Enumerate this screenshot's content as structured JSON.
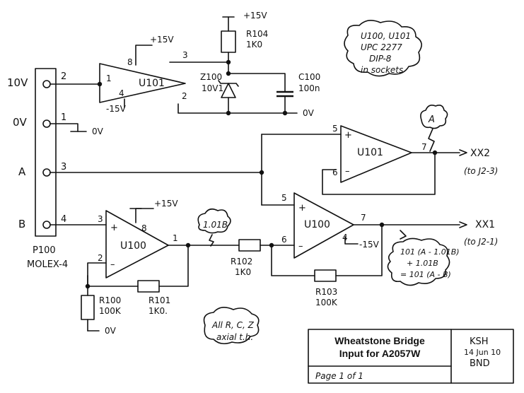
{
  "connector": {
    "ref": "P100",
    "type": "MOLEX-4",
    "pins": [
      {
        "num": "2",
        "signal": "10V"
      },
      {
        "num": "1",
        "signal": "0V"
      },
      {
        "num": "3",
        "signal": "A"
      },
      {
        "num": "4",
        "signal": "B"
      }
    ]
  },
  "supplies": {
    "pos": "+15V",
    "neg": "-15V",
    "gnd": "0V"
  },
  "opamps": {
    "u101_reg": {
      "ref": "U101",
      "pins": [
        "1",
        "2",
        "3",
        "4",
        "8"
      ]
    },
    "u101_buf": {
      "ref": "U101",
      "pins": [
        "5",
        "6",
        "7"
      ]
    },
    "u100_in": {
      "ref": "U100",
      "pins": [
        "3",
        "2",
        "1",
        "8"
      ]
    },
    "u100_diff": {
      "ref": "U100",
      "pins": [
        "5",
        "6",
        "7",
        "4"
      ]
    }
  },
  "components": {
    "r104": {
      "ref": "R104",
      "value": "1K0"
    },
    "z100": {
      "ref": "Z100",
      "value": "10V1"
    },
    "c100": {
      "ref": "C100",
      "value": "100n"
    },
    "r100": {
      "ref": "R100",
      "value": "100K"
    },
    "r101": {
      "ref": "R101",
      "value": "1K0."
    },
    "r102": {
      "ref": "R102",
      "value": "1K0"
    },
    "r103": {
      "ref": "R103",
      "value": "100K"
    }
  },
  "outputs": {
    "xx2": {
      "name": "XX2",
      "dest": "(to J2-3)"
    },
    "xx1": {
      "name": "XX1",
      "dest": "(to J2-1)"
    }
  },
  "notes": {
    "ic_note": [
      "U100, U101",
      "UPC 2277",
      "DIP-8",
      "in sockets"
    ],
    "probe_a": "A",
    "gain_node": "1.01B",
    "formula": [
      "101 (A - 1.01B)",
      "+ 1.01B",
      "= 101 (A - B)"
    ],
    "parts_note": [
      "All R, C, Z",
      "axial t.h."
    ]
  },
  "title_block": {
    "title_line1": "Wheatstone Bridge",
    "title_line2": "Input for A2057W",
    "author": "KSH",
    "date": "14 Jun 10",
    "org": "BND",
    "page": "Page 1 of 1"
  }
}
